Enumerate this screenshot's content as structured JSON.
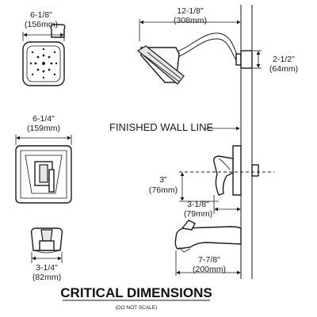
{
  "dimensions": {
    "head_width": {
      "imperial": "6-1/8\"",
      "metric": "(156mm)"
    },
    "arm_reach": {
      "imperial": "12-1/8\"",
      "metric": "(308mm)"
    },
    "flange": {
      "imperial": "2-1/2\"",
      "metric": "(64mm)"
    },
    "trim_plate": {
      "imperial": "6-1/4\"",
      "metric": "(159mm)"
    },
    "handle_offset": {
      "imperial": "3\"",
      "metric": "(76mm)"
    },
    "handle_depth": {
      "imperial": "3-1/8\"",
      "metric": "(79mm)"
    },
    "spout_width": {
      "imperial": "3-1/4\"",
      "metric": "(82mm)"
    },
    "spout_reach": {
      "imperial": "7-7/8\"",
      "metric": "(200mm)"
    }
  },
  "labels": {
    "finished_wall_line": "FINISHED WALL LINE",
    "title": "CRITICAL DIMENSIONS",
    "subtitle": "(DO NOT SCALE)"
  }
}
